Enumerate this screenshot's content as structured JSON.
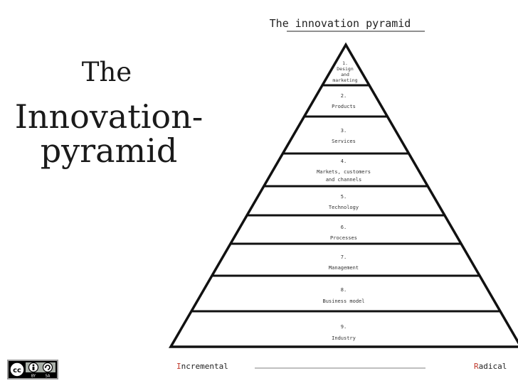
{
  "slide": {
    "title_line1": "The",
    "title_line2": "Innovation-",
    "title_line3": "pyramid"
  },
  "figure": {
    "heading": "The innovation pyramid",
    "levels": [
      {
        "number": "1.",
        "lines": [
          "Design",
          "and",
          "marketing"
        ]
      },
      {
        "number": "2.",
        "lines": [
          "Products"
        ]
      },
      {
        "number": "3.",
        "lines": [
          "Services"
        ]
      },
      {
        "number": "4.",
        "lines": [
          "Markets, customers",
          "and channels"
        ]
      },
      {
        "number": "5.",
        "lines": [
          "Technology"
        ]
      },
      {
        "number": "6.",
        "lines": [
          "Processes"
        ]
      },
      {
        "number": "7.",
        "lines": [
          "Management"
        ]
      },
      {
        "number": "8.",
        "lines": [
          "Business model"
        ]
      },
      {
        "number": "9.",
        "lines": [
          "Industry"
        ]
      }
    ],
    "axis": {
      "left_initial": "I",
      "left_rest": "ncremental",
      "right_initial": "R",
      "right_rest": "adical",
      "accent_color": "#c0392b"
    }
  },
  "license": {
    "icons": [
      "cc-icon",
      "by-icon",
      "sa-icon"
    ],
    "labels": [
      "BY",
      "SA"
    ]
  }
}
